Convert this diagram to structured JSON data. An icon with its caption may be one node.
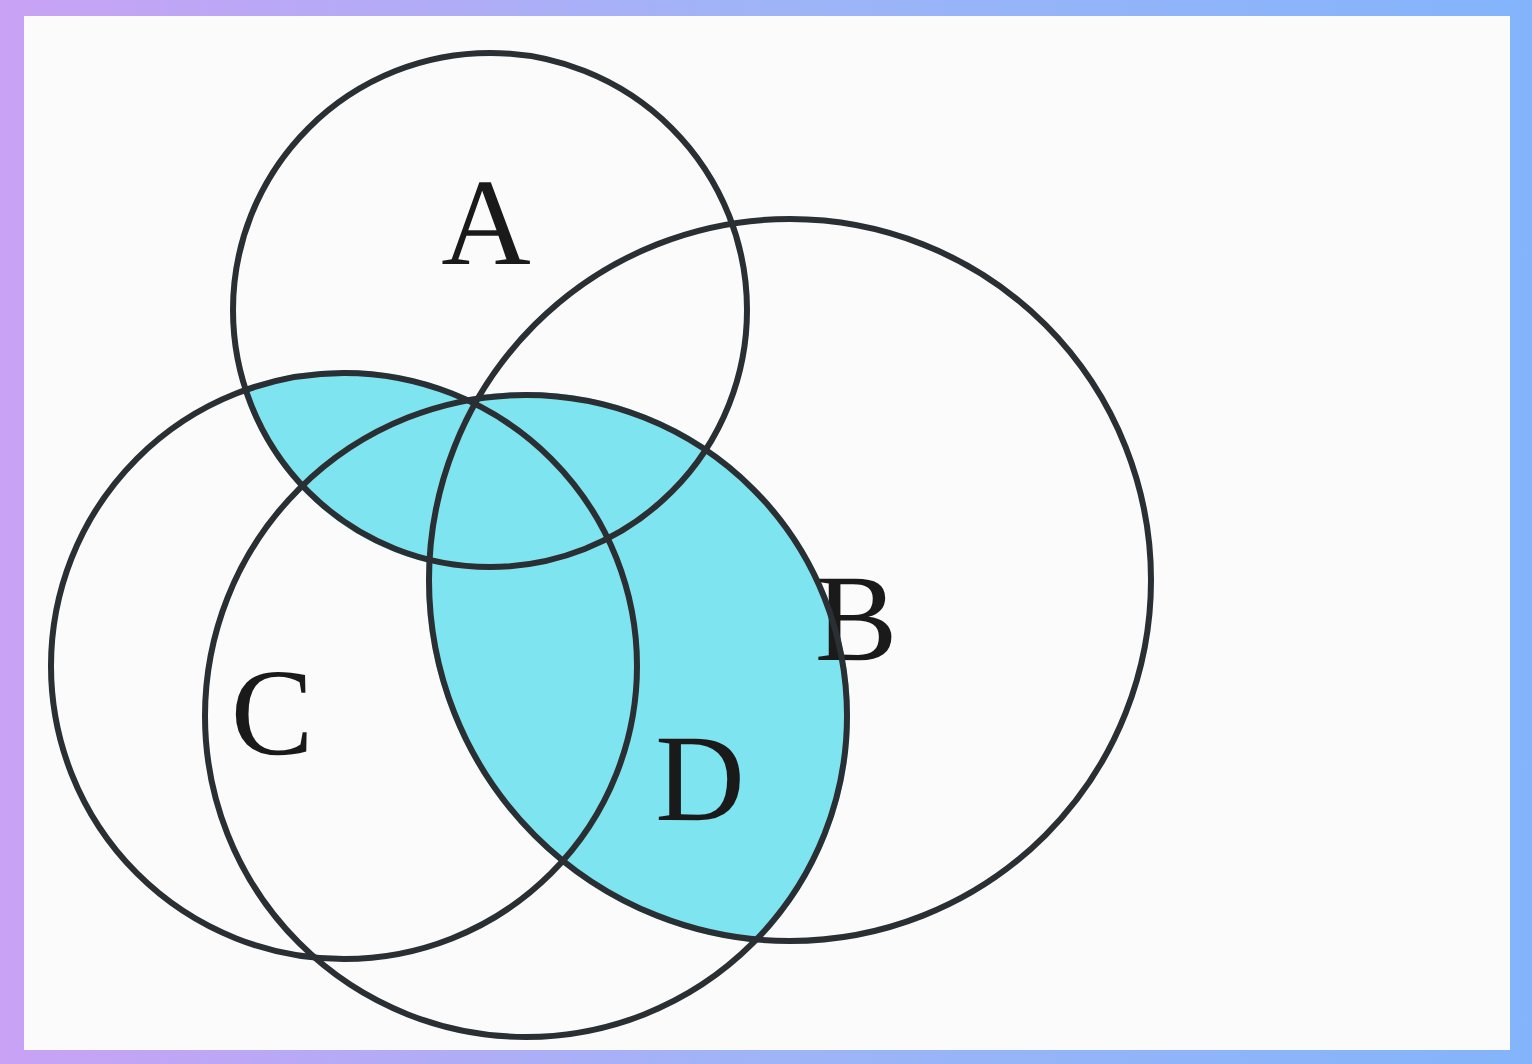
{
  "diagram": {
    "nodes": [
      {
        "text": [
          "A"
        ]
      },
      {
        "text": [
          "B"
        ]
      },
      {
        "text": [
          "C"
        ]
      },
      {
        "text": [
          "D"
        ]
      }
    ],
    "edges": []
  }
}
